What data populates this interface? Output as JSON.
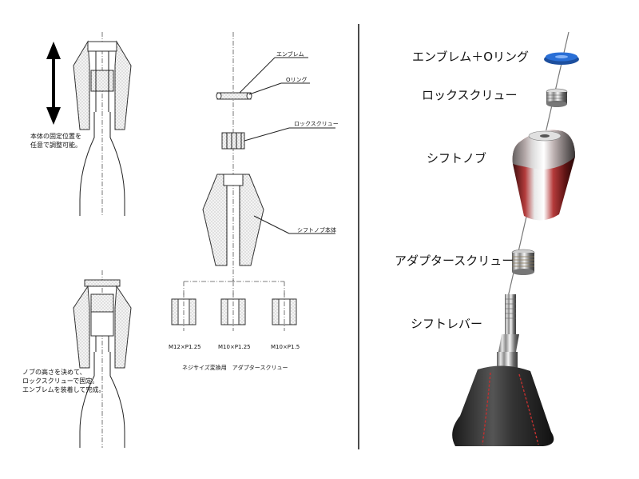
{
  "left_diagram": {
    "note_top": [
      "本体の固定位置を",
      "任意で調整可能。"
    ],
    "note_bottom": [
      "ノブの高さを決めて、",
      "ロックスクリューで固定。",
      "エンブレムを装着して完成。"
    ]
  },
  "center_diagram": {
    "labels": {
      "emblem": "エンブレム",
      "oring": "Oリング",
      "lock_screw": "ロックスクリュー",
      "knob_body": "シフトノブ本体"
    },
    "adapters": [
      {
        "size": "M12×P1.25"
      },
      {
        "size": "M10×P1.25"
      },
      {
        "size": "M10×P1.5"
      }
    ],
    "adapter_caption": "ネジサイズ変換用　アダプタースクリュー"
  },
  "right_photo": {
    "labels": {
      "emblem_oring": "エンブレム＋Oリング",
      "lock_screw": "ロックスクリュー",
      "shift_knob": "シフトノブ",
      "adapter_screw": "アダプタースクリュー",
      "shift_lever": "シフトレバー"
    },
    "colors": {
      "emblem": "#2a6fd6",
      "knob_chrome": "#c9c9c9",
      "knob_red": "#9a1b1b",
      "boot": "#2b2b2b",
      "stitch": "#c0302f"
    }
  }
}
